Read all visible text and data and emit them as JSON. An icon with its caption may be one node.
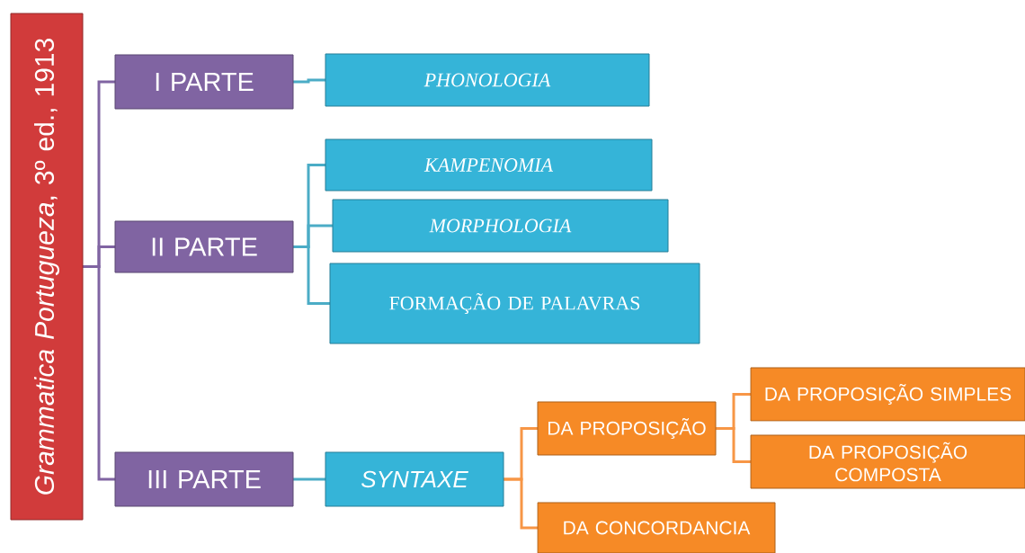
{
  "diagram": {
    "nodes": [
      {
        "text": [
          "*Grammatica Portugueza*, 3º ed., 1913"
        ]
      },
      {
        "text": [
          "I PARTE"
        ]
      },
      {
        "text": [
          "PHONOLOGIA"
        ]
      },
      {
        "text": [
          "II PARTE"
        ]
      },
      {
        "text": [
          "KAMPENOMIA"
        ]
      },
      {
        "text": [
          "MORPHOLOGIA"
        ]
      },
      {
        "text": [
          "FORMAÇÃO DE PALAVRAS"
        ]
      },
      {
        "text": [
          "III PARTE"
        ]
      },
      {
        "text": [
          "SYNTAXE"
        ]
      },
      {
        "text": [
          "DA PROPOSIÇÃO"
        ]
      },
      {
        "text": [
          "DA PROPOSIÇÃO SIMPLES"
        ]
      },
      {
        "text": [
          "DA PROPOSIÇÃO COMPOSTA"
        ]
      },
      {
        "text": [
          "DA CONCORDANCIA"
        ]
      }
    ],
    "edges": [
      {
        "from": 0,
        "to": 1,
        "arrow": "none",
        "color": "#8064a2"
      },
      {
        "from": 0,
        "to": 3,
        "arrow": "none",
        "color": "#8064a2"
      },
      {
        "from": 0,
        "to": 7,
        "arrow": "none",
        "color": "#8064a2"
      },
      {
        "from": 1,
        "to": 2,
        "arrow": "none"
      },
      {
        "from": 3,
        "to": 4,
        "arrow": "none"
      },
      {
        "from": 3,
        "to": 5,
        "arrow": "none"
      },
      {
        "from": 3,
        "to": 6,
        "arrow": "none"
      },
      {
        "from": 7,
        "to": 8,
        "arrow": "none"
      },
      {
        "from": 8,
        "to": 9,
        "arrow": "none",
        "color": "#f79646"
      },
      {
        "from": 8,
        "to": 12,
        "arrow": "none",
        "color": "#f79646"
      },
      {
        "from": 9,
        "to": 10,
        "arrow": "none",
        "color": "#f79646"
      },
      {
        "from": 9,
        "to": 11,
        "arrow": "none",
        "color": "#f79646"
      }
    ]
  }
}
